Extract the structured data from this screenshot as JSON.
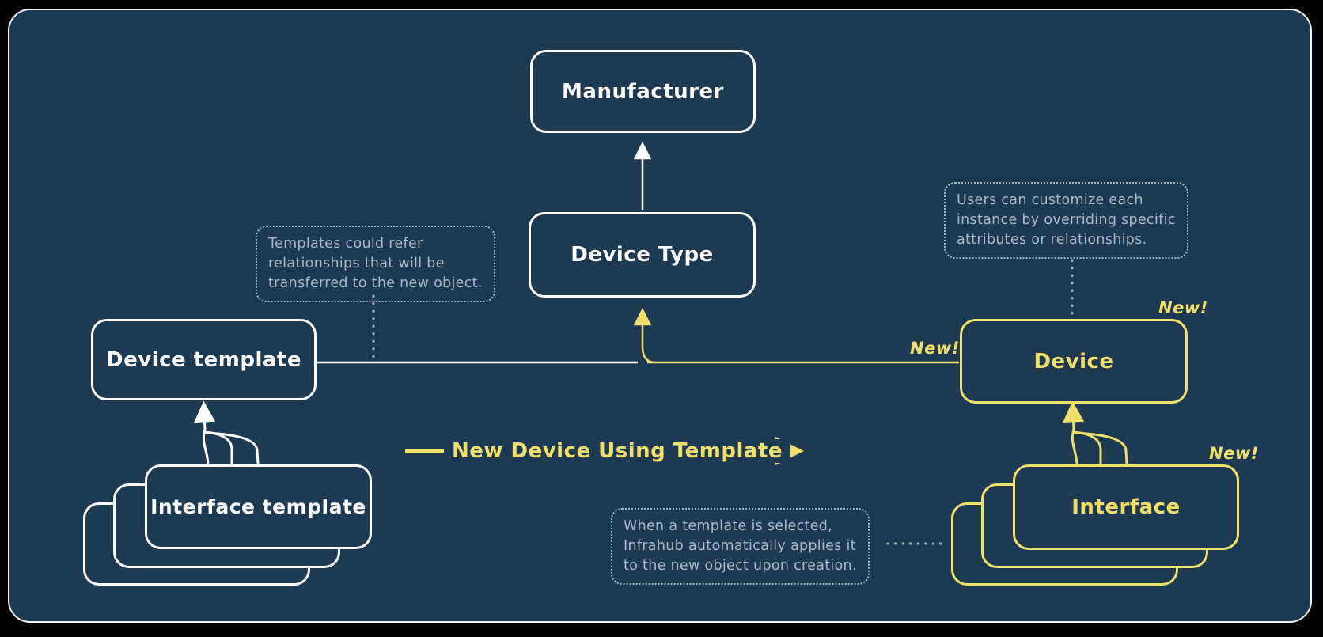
{
  "diagram": {
    "nodes": {
      "manufacturer": {
        "label": "Manufacturer"
      },
      "device_type": {
        "label": "Device Type"
      },
      "device_template": {
        "label": "Device template"
      },
      "interface_template": {
        "label": "Interface template"
      },
      "device": {
        "label": "Device"
      },
      "interface": {
        "label": "Interface"
      }
    },
    "annotations": {
      "templates_note": "Templates could refer\nrelationships that will be\ntransferred to the new object.",
      "customize_note": "Users can customize each\ninstance by overriding specific\nattributes or relationships.",
      "apply_note": "When a template is selected,\nInfrahub automatically applies it\nto the new object upon creation.",
      "flow_label": "New Device Using Template",
      "new_badge": "New!"
    },
    "colors": {
      "background": "#000000",
      "canvas": "#1d3a52",
      "stroke_white": "#fdfdfd",
      "accent_yellow": "#f0df6a",
      "note_gray": "#a9b9c6"
    }
  }
}
